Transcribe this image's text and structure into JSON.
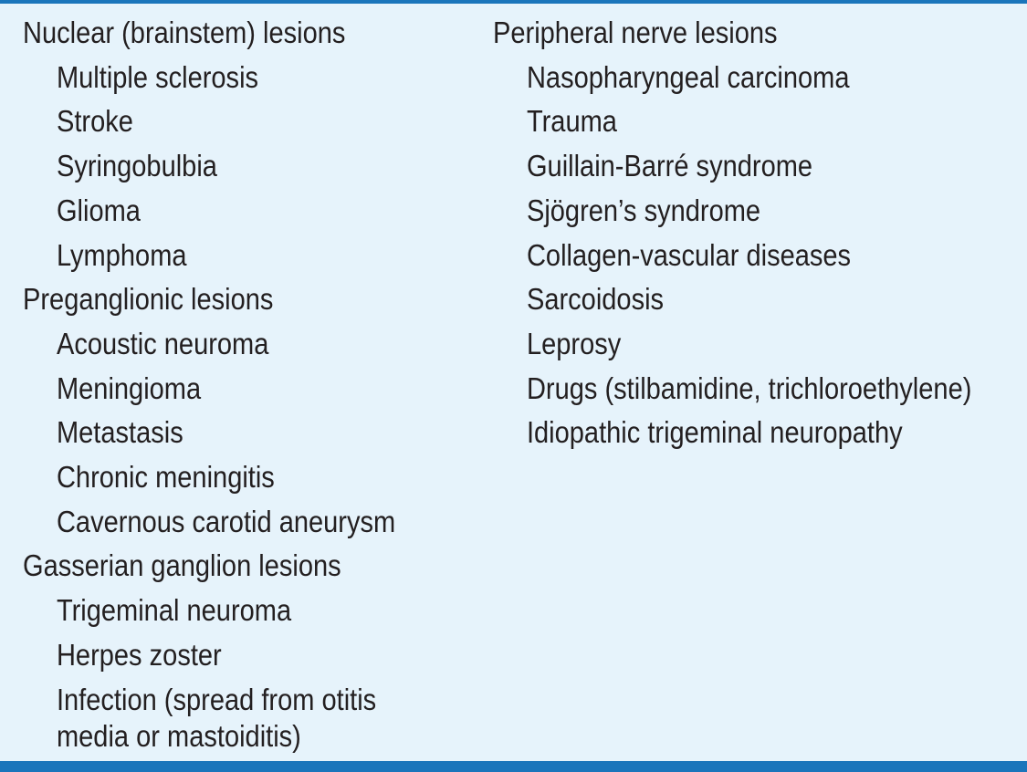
{
  "left_column": {
    "groups": [
      {
        "heading": "Nuclear (brainstem) lesions",
        "items": [
          "Multiple sclerosis",
          "Stroke",
          "Syringobulbia",
          "Glioma",
          "Lymphoma"
        ]
      },
      {
        "heading": "Preganglionic lesions",
        "items": [
          "Acoustic neuroma",
          "Meningioma",
          "Metastasis",
          "Chronic meningitis",
          "Cavernous carotid aneurysm"
        ]
      },
      {
        "heading": "Gasserian ganglion lesions",
        "items": [
          "Trigeminal neuroma",
          "Herpes zoster",
          "Infection (spread from otitis media or mastoiditis)"
        ]
      }
    ]
  },
  "right_column": {
    "groups": [
      {
        "heading": "Peripheral nerve lesions",
        "items": [
          "Nasopharyngeal carcinoma",
          "Trauma",
          "Guillain-Barré syndrome",
          "Sjögren’s syndrome",
          "Collagen-vascular diseases",
          "Sarcoidosis",
          "Leprosy",
          "Drugs (stilbamidine, trichloroethylene)",
          "Idiopathic trigeminal neuropathy"
        ]
      }
    ]
  },
  "colors": {
    "background": "#e6f3fb",
    "rule": "#1a75bb",
    "text": "#231f20"
  }
}
